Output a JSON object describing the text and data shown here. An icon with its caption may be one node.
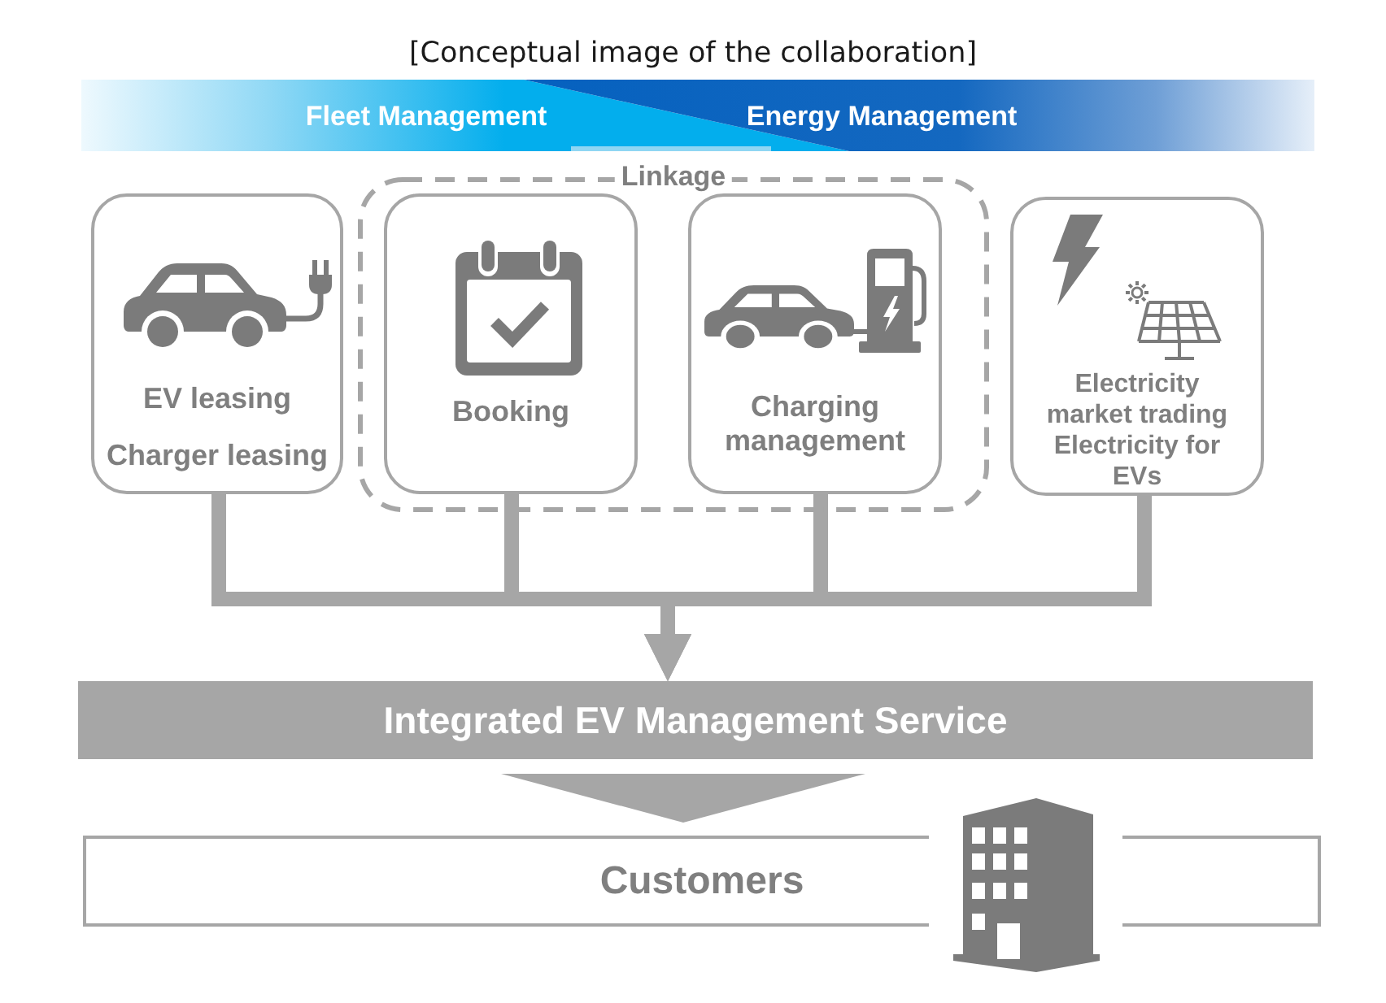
{
  "diagram": {
    "title": "[Conceptual image of the collaboration]",
    "nodes": [
      {
        "text": [
          "Fleet Management",
          "Energy Management"
        ]
      },
      {
        "text": [
          "EV leasing",
          "Charger leasing"
        ]
      },
      {
        "text": [
          "Linkage"
        ]
      },
      {
        "text": [
          "Booking"
        ],
        "in": 2
      },
      {
        "text": [
          "Charging management"
        ],
        "in": 2
      },
      {
        "text": [
          "Electricity market trading",
          "Electricity for EVs"
        ]
      },
      {
        "text": [
          "Integrated EV Management Service"
        ]
      },
      {
        "text": [
          "Customers"
        ]
      }
    ],
    "edges": [
      {
        "from": 1,
        "to": 6,
        "arrow": "to"
      },
      {
        "from": 3,
        "to": 6,
        "arrow": "to"
      },
      {
        "from": 4,
        "to": 6,
        "arrow": "to"
      },
      {
        "from": 5,
        "to": 6,
        "arrow": "to"
      },
      {
        "from": 6,
        "to": 7,
        "arrow": "to"
      }
    ]
  }
}
